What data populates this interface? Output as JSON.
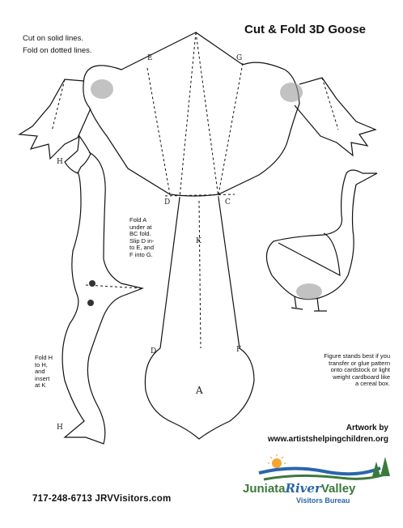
{
  "title": "Cut & Fold 3D Goose",
  "instructions": [
    "Cut on solid lines.",
    "Fold on dotted lines."
  ],
  "labels": {
    "E": "E",
    "G": "G",
    "D": "D",
    "C": "C",
    "K": "K",
    "A": "A",
    "F": "F",
    "H": "H"
  },
  "fold_a_note": [
    "Fold A",
    "under at",
    "BC fold.",
    "Slip D in-",
    "to E, and",
    "F into G."
  ],
  "fold_h_note": [
    "Fold H",
    "to H,",
    "and",
    "insert",
    "at K"
  ],
  "figure_note": [
    "Figure stands best if you",
    "transfer or glue pattern",
    "onto cardstock or light",
    "weight cardboard like",
    "a cereal box."
  ],
  "artwork_credit": [
    "Artwork by",
    "www.artistshelpingchildren.org"
  ],
  "contact": "717-248-6713   JRVVisitors.com",
  "logo": {
    "word1": "Juniata",
    "word2": "River",
    "word3": "Valley",
    "subtitle": "Visitors Bureau"
  },
  "colors": {
    "logo_green": "#3a7a3a",
    "logo_blue": "#2a66a8",
    "sun": "#f2a533"
  }
}
